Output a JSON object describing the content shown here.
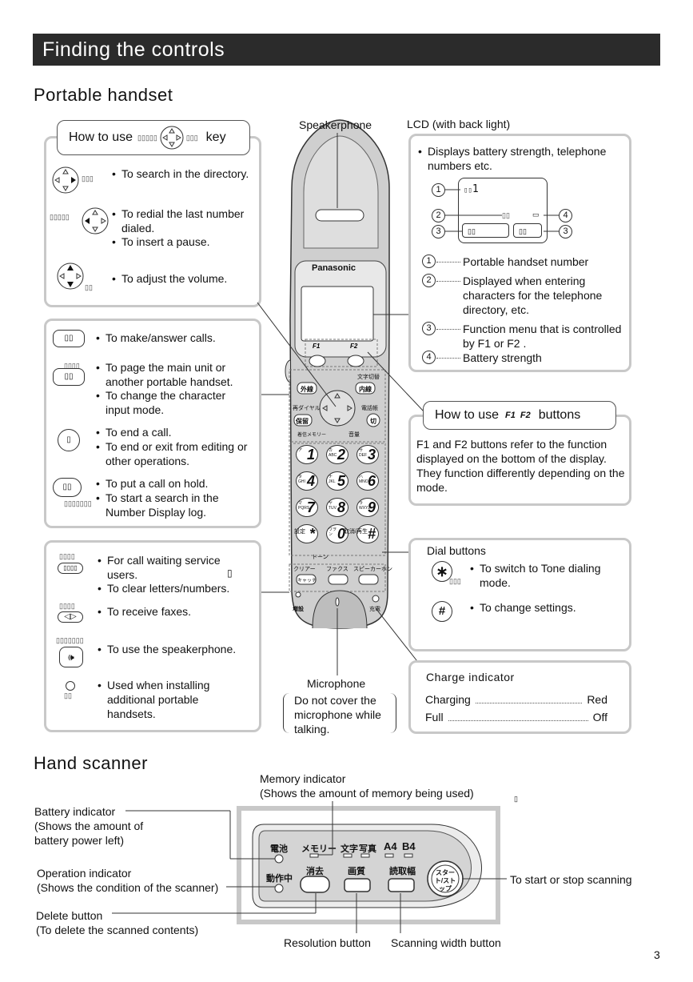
{
  "title": "Finding the controls",
  "portable": {
    "heading": "Portable handset",
    "speakerphone_label": "Speakerphone",
    "lcd_label": "LCD (with back light)",
    "brand": "Panasonic",
    "howto_key": {
      "prefix": "How to use",
      "suffix": "key"
    },
    "nav_items": [
      "To search in the directory.",
      "To redial the last number dialed.",
      "To insert a pause.",
      "To adjust the volume."
    ],
    "buttons_items": [
      "To make/answer calls.",
      "To page the main unit or another portable handset.",
      "To change the character input mode.",
      "To end a call.",
      "To end or exit from editing or other operations.",
      "To put a call on hold.",
      "To start a search in the Number Display log."
    ],
    "bottom_items": [
      "For call waiting service users.",
      "To clear letters/numbers.",
      "To receive faxes.",
      "To use the speakerphone.",
      "Used when installing additional portable handsets."
    ],
    "lcd": {
      "intro": "Displays battery strength, telephone numbers etc.",
      "screen_num": "1",
      "legend": [
        {
          "n": "1",
          "text": "Portable handset number"
        },
        {
          "n": "2",
          "text": "Displayed when entering characters for the telephone directory, etc."
        },
        {
          "n": "3",
          "text": "Function menu that is controlled by F1 or F2 ."
        },
        {
          "n": "4",
          "text": "Battery strength"
        }
      ]
    },
    "howto_fbuttons": {
      "prefix": "How to use",
      "suffix": "buttons",
      "body": "F1 and F2 buttons refer to the function displayed on the bottom of the display. They function differently depending on the mode."
    },
    "dial": {
      "title": "Dial buttons",
      "star_text": "To switch to Tone dialing mode.",
      "hash_text": "To change settings."
    },
    "charge": {
      "title": "Charge indicator",
      "rows": [
        {
          "label": "Charging",
          "value": "Red"
        },
        {
          "label": "Full",
          "value": "Off"
        }
      ]
    },
    "microphone": {
      "label": "Microphone",
      "note": "Do not cover the microphone while talking."
    },
    "keypad": [
      "1",
      "2",
      "3",
      "4",
      "5",
      "6",
      "7",
      "8",
      "9",
      "*",
      "0",
      "#"
    ],
    "keypad_sub": [
      "ア",
      "カ ABC",
      "サ DEF",
      "タ GHI",
      "ナ JKL",
      "ハ MNO",
      "マ PQRS",
      "ヤ TUV",
      "ラ WXYZ",
      "",
      "ワヲン",
      ""
    ],
    "handset_keys": {
      "f1": "F1",
      "f2": "F2",
      "outside": "外線",
      "intercom": "内線",
      "char": "文字切替",
      "redial": "再ダイヤル",
      "phonebook": "電話帳",
      "hold": "保留",
      "off": "切",
      "memo": "着信メモリー",
      "volume": "音量",
      "setting": "設定",
      "tone": "トーン",
      "cancel": "取消/再生",
      "clear": "クリアー",
      "fax": "ファクス",
      "spk": "スピーカーホン",
      "catch": "キャッチ",
      "register": "増設",
      "charge": "充電"
    }
  },
  "scanner": {
    "heading": "Hand scanner",
    "memory_indicator": "Memory indicator",
    "memory_desc": "(Shows the amount of memory being used)",
    "battery_indicator": "Battery indicator",
    "battery_desc": "(Shows the amount of battery power left)",
    "operation_indicator": "Operation indicator",
    "operation_desc": "(Shows the condition of the scanner)",
    "delete_button": "Delete button",
    "delete_desc": "(To delete the scanned contents)",
    "resolution_button": "Resolution button",
    "width_button": "Scanning width button",
    "start_stop": "To start or stop scanning",
    "panel_labels": {
      "battery": "電池",
      "memory": "メモリー",
      "char": "文字",
      "photo": "写真",
      "a4": "A4",
      "b4": "B4",
      "operating": "動作中",
      "delete": "消去",
      "quality": "画質",
      "width": "読取幅",
      "start": "スタート/ストップ"
    }
  },
  "page_number": "3"
}
